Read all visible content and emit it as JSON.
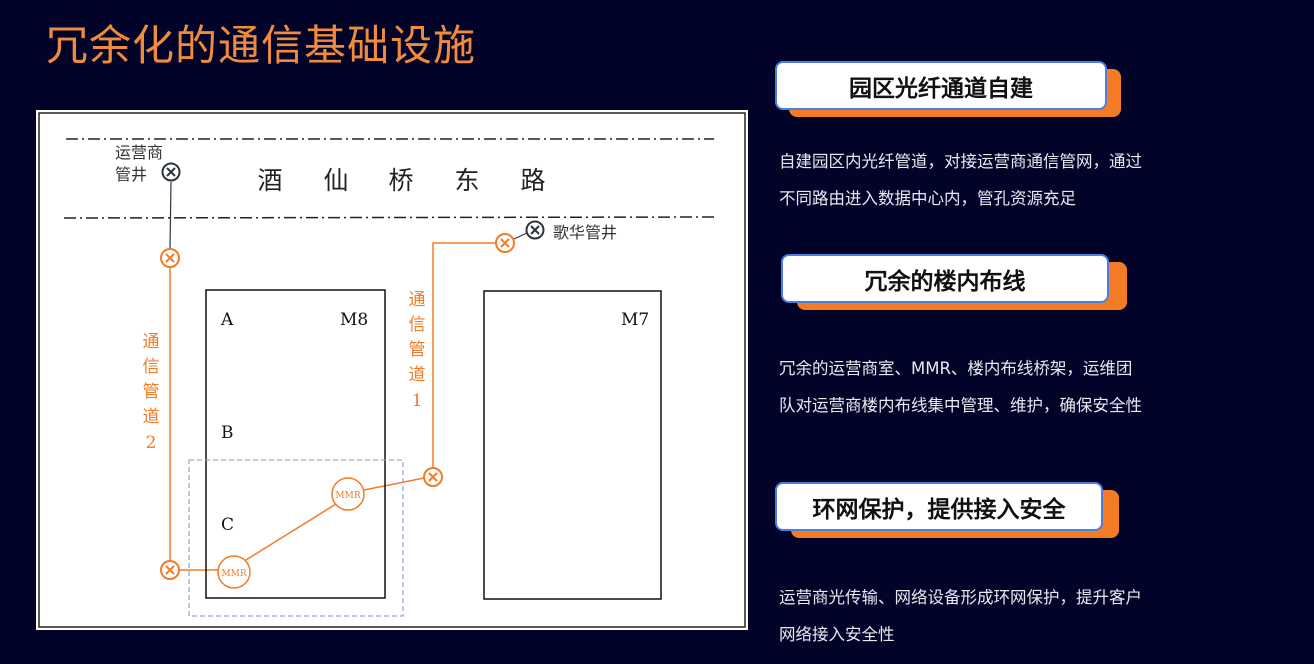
{
  "page_title": "冗余化的通信基础设施",
  "diagram": {
    "road_chars": [
      "酒",
      "仙",
      "桥",
      "东",
      "路"
    ],
    "operator_well_line1": "运营商",
    "operator_well_line2": "管井",
    "gehua_well": "歌华管井",
    "conduit2_chars": [
      "通",
      "信",
      "管",
      "道",
      "2"
    ],
    "conduit1_chars": [
      "通",
      "信",
      "管",
      "道",
      "1"
    ],
    "zone_a": "A",
    "zone_b": "B",
    "zone_c": "C",
    "building_m8": "M8",
    "building_m7": "M7",
    "mmr_1": "MMR",
    "mmr_2": "MMR"
  },
  "sections": [
    {
      "heading": "园区光纤通道自建",
      "lines": [
        "自建园区内光纤管道，对接运营商通信管网，通过",
        "不同路由进入数据中心内，管孔资源充足"
      ]
    },
    {
      "heading": "冗余的楼内布线",
      "lines": [
        "冗余的运营商室、MMR、楼内布线桥架，运维团",
        "队对运营商楼内布线集中管理、维护，确保安全性"
      ]
    },
    {
      "heading": "环网保护，提供接入安全",
      "lines": [
        "运营商光传输、网络设备形成环网保护，提升客户",
        "网络接入安全性"
      ]
    }
  ],
  "colors": {
    "background": "#020328",
    "accent": "#f47b26",
    "card_border": "#4a7fe0",
    "dark_node": "#2b3440"
  }
}
